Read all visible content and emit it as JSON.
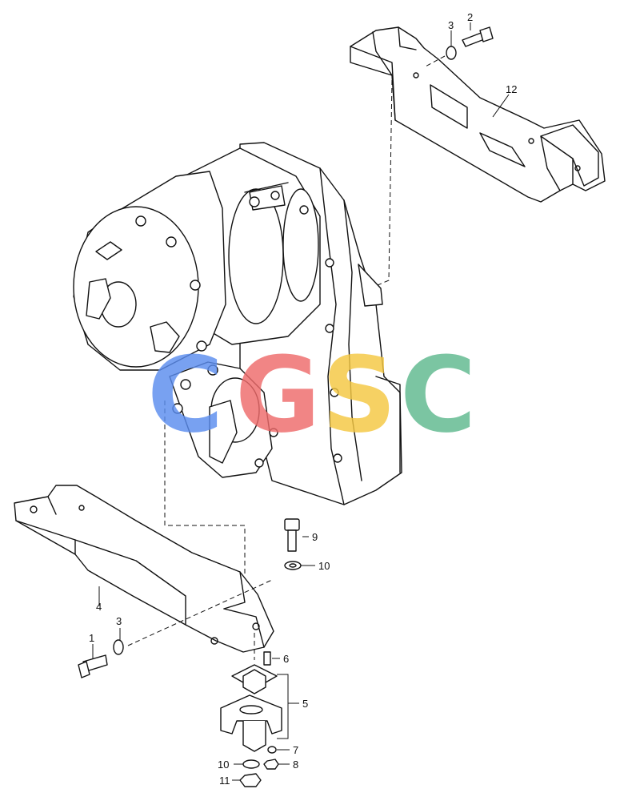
{
  "callouts": {
    "c1": "1",
    "c2": "2",
    "c3a": "3",
    "c3b": "3",
    "c4": "4",
    "c5": "5",
    "c6": "6",
    "c7": "7",
    "c8": "8",
    "c9": "9",
    "c10a": "10",
    "c10b": "10",
    "c11": "11",
    "c12": "12"
  },
  "watermark": {
    "g1": "C",
    "g2": "G",
    "g3": "S",
    "g4": "C",
    "colors": [
      "#5b8def",
      "#ef6b6b",
      "#f5c842",
      "#5fb98e"
    ]
  }
}
